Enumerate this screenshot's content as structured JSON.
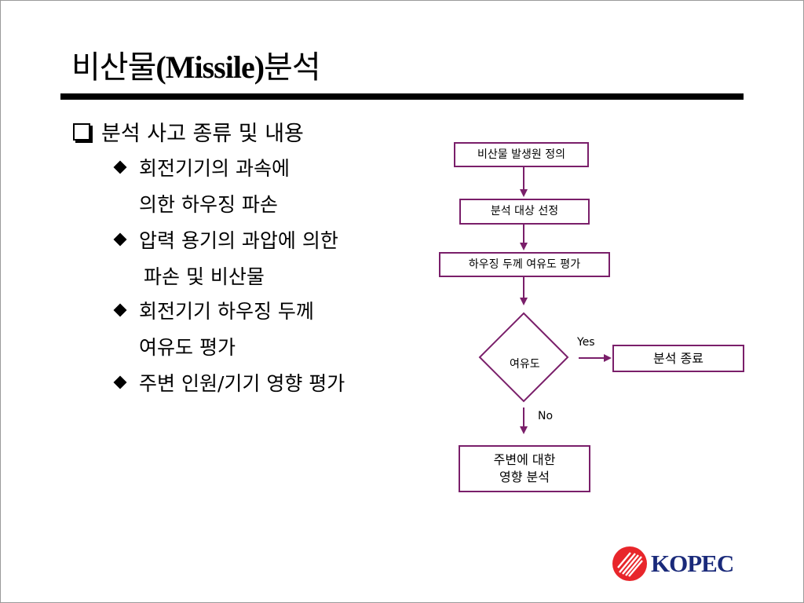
{
  "slide": {
    "title_prefix": "비산물",
    "title_latin": "(Missile)",
    "title_suffix": "분석",
    "section_heading": "분석 사고 종류 및 내용",
    "bullets": [
      {
        "line1": "회전기기의 과속에",
        "line2": "의한 하우징 파손"
      },
      {
        "line1": "압력 용기의 과압에 의한",
        "line2": "파손 및 비산물"
      },
      {
        "line1": "회전기기 하우징 두께",
        "line2": "여유도 평가"
      },
      {
        "line1": "주변 인원/기기 영향 평가"
      }
    ]
  },
  "flowchart": {
    "step1": "비산물 발생원 정의",
    "step2": "분석 대상 선정",
    "step3": "하우징 두께 여유도 평가",
    "decision": "여유도",
    "yes_label": "Yes",
    "no_label": "No",
    "end_box": "분석 종료",
    "final_line1": "주변에 대한",
    "final_line2": "영향 분석",
    "colors": {
      "border": "#7a1f6a",
      "arrow": "#7a1f6a"
    }
  },
  "logo": {
    "text": "KOPEC",
    "colors": {
      "mark": "#e8262b",
      "text": "#1a2a7a"
    }
  }
}
